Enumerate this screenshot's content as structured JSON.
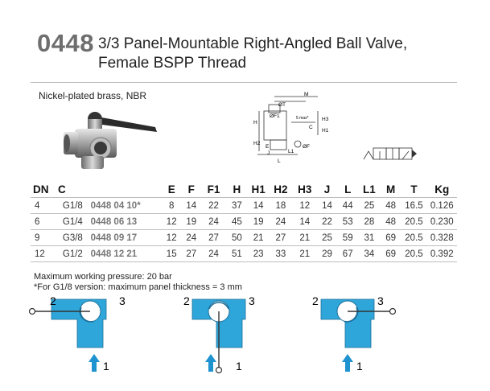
{
  "header": {
    "code": "0448",
    "title_line1": "3/3 Panel-Mountable Right-Angled Ball Valve,",
    "title_line2": "Female BSPP Thread"
  },
  "material": "Nickel-plated brass, NBR",
  "drawing_labels": {
    "phi_t": "ØT",
    "m": "M",
    "h": "H",
    "phi_f1": "ØF1",
    "h3": "H3",
    "h1": "H1",
    "c": "C",
    "h2": "H2",
    "e": "E",
    "j": "J",
    "l1": "L1",
    "phi_f": "ØF",
    "l": "L",
    "panel_max": "5 max*"
  },
  "table": {
    "headers": [
      "DN",
      "C",
      "",
      "E",
      "F",
      "F1",
      "H",
      "H1",
      "H2",
      "H3",
      "J",
      "L",
      "L1",
      "M",
      "T",
      "Kg"
    ],
    "rows": [
      [
        "4",
        "G1/8",
        "0448 04 10*",
        "8",
        "14",
        "22",
        "37",
        "14",
        "18",
        "12",
        "14",
        "44",
        "25",
        "48",
        "16.5",
        "0.126"
      ],
      [
        "6",
        "G1/4",
        "0448 06 13",
        "12",
        "19",
        "24",
        "45",
        "19",
        "24",
        "14",
        "22",
        "53",
        "28",
        "48",
        "20.5",
        "0.230"
      ],
      [
        "9",
        "G3/8",
        "0448 09 17",
        "12",
        "24",
        "27",
        "50",
        "21",
        "27",
        "21",
        "25",
        "59",
        "31",
        "69",
        "20.5",
        "0.328"
      ],
      [
        "12",
        "G1/2",
        "0448 12 21",
        "15",
        "27",
        "24",
        "51",
        "23",
        "33",
        "21",
        "29",
        "67",
        "34",
        "69",
        "20.5",
        "0.392"
      ]
    ]
  },
  "notes": {
    "pressure": "Maximum working pressure: 20 bar",
    "g18": "*For G1/8 version: maximum panel thickness = 3 mm"
  },
  "diagrams": [
    {
      "port_left": "2",
      "port_right": "3",
      "port_bottom": "1"
    },
    {
      "port_left": "2",
      "port_right": "3",
      "port_bottom": "1"
    },
    {
      "port_left": "2",
      "port_right": "3",
      "port_bottom": "1"
    }
  ],
  "colors": {
    "cyan": "#2fa6d9",
    "arrow": "#1e93d0",
    "code_grey": "#6e6e6e"
  }
}
